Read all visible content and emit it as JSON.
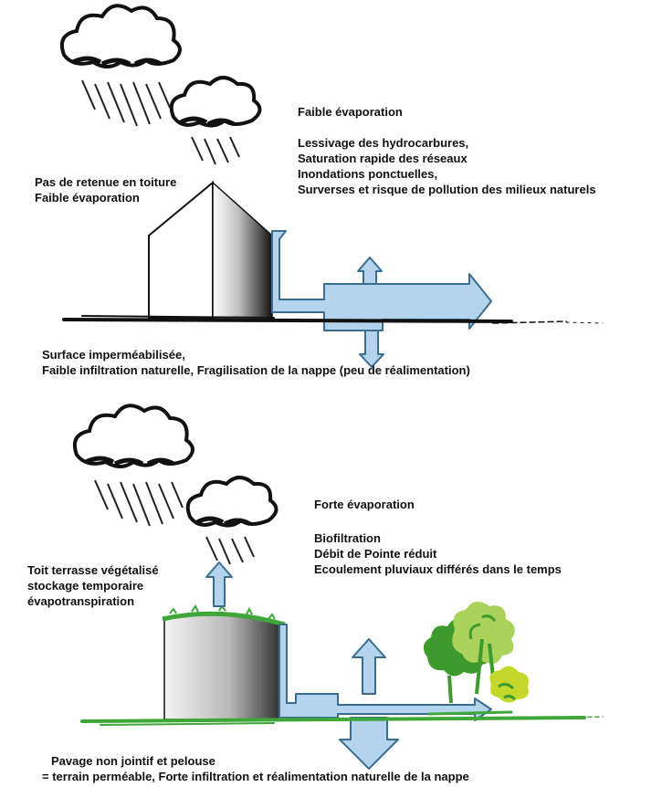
{
  "top_panel": {
    "right_text": {
      "evaporation": "Faible évaporation",
      "items": [
        "Lessivage des hydrocarbures,",
        "Saturation rapide des réseaux",
        "Inondations ponctuelles,",
        "Surverses et risque de pollution des milieux naturels"
      ]
    },
    "roof_text": [
      "Pas de retenue en toiture",
      "Faible évaporation"
    ],
    "bottom_text": [
      "Surface imperméabilisée,",
      "Faible infiltration naturelle, Fragilisation de la nappe (peu de réalimentation)"
    ]
  },
  "bottom_panel": {
    "right_text": {
      "evaporation": "Forte évaporation",
      "items": [
        "Biofiltration",
        "Débit de Pointe réduit",
        "Ecoulement pluviaux différés dans le temps"
      ]
    },
    "roof_text": [
      "Toit terrasse végétalisé",
      "stockage temporaire",
      "évapotranspiration"
    ],
    "bottom_text": [
      "Pavage non jointif et pelouse",
      "= terrain perméable,  Forte infiltration et réalimentation naturelle de la nappe"
    ]
  },
  "colors": {
    "water_arrow": "#b3d4ec",
    "arrow_stroke": "#3a6d8f",
    "grass": "#3fa63a",
    "tree_light": "#a9d35a",
    "tree_dark": "#3f9a2d"
  },
  "icons": [
    "rain-cloud-icon",
    "building-icon",
    "water-flow-arrow-icon",
    "tree-icon"
  ]
}
